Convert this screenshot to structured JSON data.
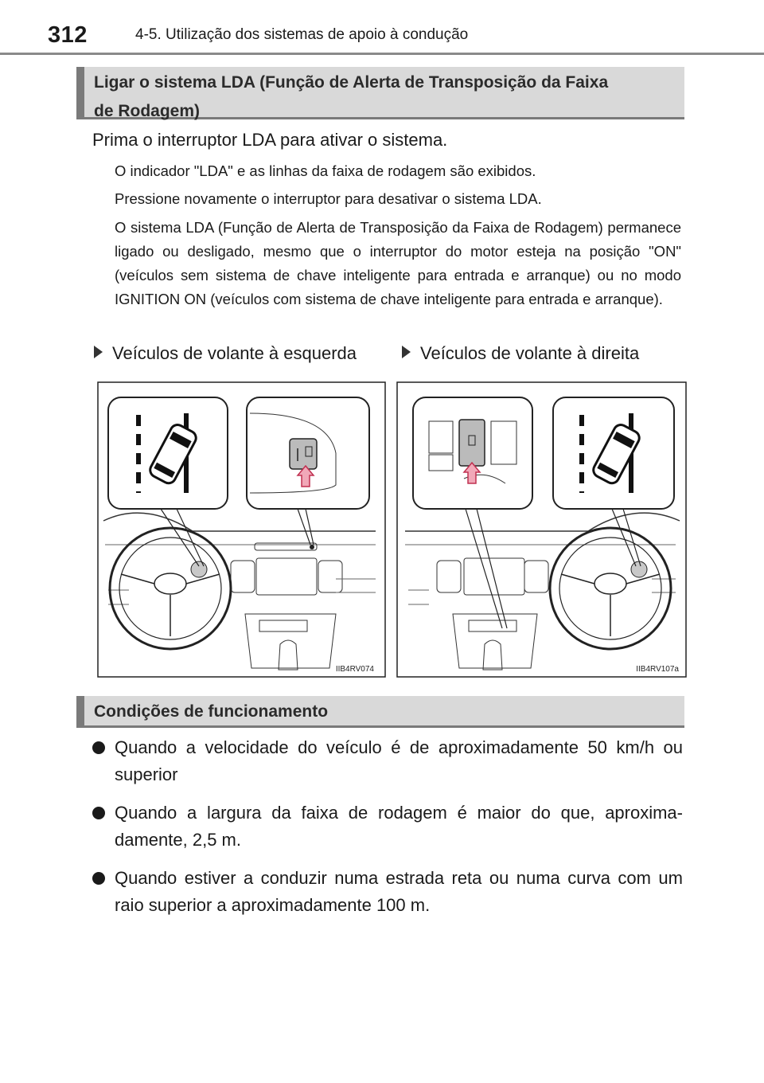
{
  "header": {
    "page_number": "312",
    "section": "4-5. Utilização dos sistemas de apoio à condução"
  },
  "banner_on": {
    "line1": "Ligar o sistema LDA (Função de Alerta de Transposição da Faixa",
    "line2": "de Rodagem)"
  },
  "instructions": {
    "lead": "Prima o interruptor LDA para ativar o sistema.",
    "p1": "O indicador \"LDA\" e as linhas da faixa de rodagem são exibidos.",
    "p2": "Pressione novamente o interruptor para desativar o sistema LDA.",
    "p3": "O sistema LDA (Função de Alerta de Transposição da Faixa de Rodagem) permanece ligado ou desligado, mesmo que o interruptor do motor esteja na posição \"ON\" (veículos sem sistema de chave inteligente para entrada e arranque) ou no modo IGNITION ON (veículos com sistema de chave inteligente para entrada e arranque)."
  },
  "variants": {
    "left": "Veículos de volante à esquerda",
    "right": "Veículos de volante à direita"
  },
  "figure": {
    "code_left": "IIB4RV074",
    "code_right": "IIB4RV107a"
  },
  "banner_conditions": {
    "title": "Condições de funcionamento"
  },
  "conditions": [
    "Quando a velocidade do veículo é de aproximadamente 50 km/h ou superior",
    "Quando a largura da faixa de rodagem é maior do que, aproxima-damente, 2,5 m.",
    "Quando estiver a conduzir numa estrada reta ou numa curva com um raio superior a aproximadamente 100 m."
  ]
}
